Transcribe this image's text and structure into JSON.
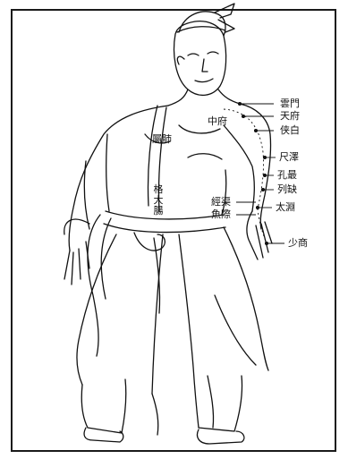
{
  "illustration": {
    "subject": "figure-with-lung-meridian-points",
    "ink_color": "#111111",
    "paper_color": "#ffffff"
  },
  "labels": {
    "yunmen": "雲門",
    "tianfu": "天府",
    "xiabai": "侠白",
    "chize": "尺澤",
    "kongzui": "孔最",
    "lieque": "列缺",
    "taiyuan": "太淵",
    "shaoshang": "少商",
    "jingqu": "經渠",
    "yuji": "魚際",
    "zhongfu": "中府",
    "fei": "屬肺",
    "ge_da_chang": "格大腸"
  }
}
